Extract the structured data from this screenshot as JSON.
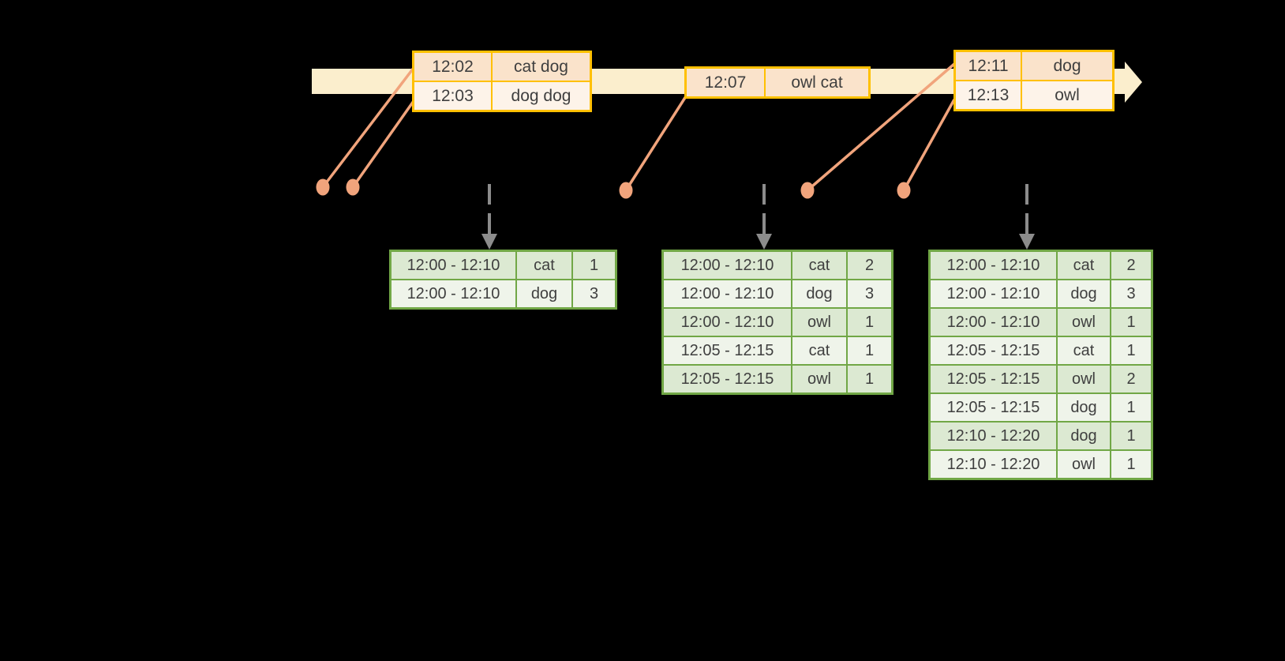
{
  "diagram": {
    "kind": "windowed-grouped-aggregation-timeline",
    "background_color": "#000000"
  },
  "colors": {
    "timeline_fill": "#FBEECD",
    "event_table_border": "#FFC000",
    "event_row_dark": "#FAE3CB",
    "event_row_light": "#FDF3E9",
    "connector_line": "#F1A47C",
    "result_table_border": "#71A746",
    "result_row_dark": "#DCE9D2",
    "result_row_light": "#EFF4EA",
    "dashed_arrow": "#8C8C8C",
    "text": "#3F3F3F"
  },
  "icons": {
    "timeline_arrow": "right-arrow-band",
    "event_marker": "filled-dot",
    "trigger_arrow": "dashed-down-arrow"
  },
  "timeline": {
    "event_tables": [
      {
        "rows": [
          {
            "time": "12:02",
            "words": "cat dog"
          },
          {
            "time": "12:03",
            "words": "dog dog"
          }
        ]
      },
      {
        "rows": [
          {
            "time": "12:07",
            "words": "owl cat"
          }
        ]
      },
      {
        "rows": [
          {
            "time": "12:11",
            "words": "dog"
          },
          {
            "time": "12:13",
            "words": "owl"
          }
        ]
      }
    ]
  },
  "result_tables": [
    {
      "rows": [
        {
          "window": "12:00 - 12:10",
          "word": "cat",
          "count": "1"
        },
        {
          "window": "12:00 - 12:10",
          "word": "dog",
          "count": "3"
        }
      ]
    },
    {
      "rows": [
        {
          "window": "12:00 - 12:10",
          "word": "cat",
          "count": "2"
        },
        {
          "window": "12:00 - 12:10",
          "word": "dog",
          "count": "3"
        },
        {
          "window": "12:00 - 12:10",
          "word": "owl",
          "count": "1"
        },
        {
          "window": "12:05 - 12:15",
          "word": "cat",
          "count": "1"
        },
        {
          "window": "12:05 - 12:15",
          "word": "owl",
          "count": "1"
        }
      ]
    },
    {
      "rows": [
        {
          "window": "12:00 - 12:10",
          "word": "cat",
          "count": "2"
        },
        {
          "window": "12:00 - 12:10",
          "word": "dog",
          "count": "3"
        },
        {
          "window": "12:00 - 12:10",
          "word": "owl",
          "count": "1"
        },
        {
          "window": "12:05 - 12:15",
          "word": "cat",
          "count": "1"
        },
        {
          "window": "12:05 - 12:15",
          "word": "owl",
          "count": "2"
        },
        {
          "window": "12:05 - 12:15",
          "word": "dog",
          "count": "1"
        },
        {
          "window": "12:10 - 12:20",
          "word": "dog",
          "count": "1"
        },
        {
          "window": "12:10 - 12:20",
          "word": "owl",
          "count": "1"
        }
      ]
    }
  ]
}
